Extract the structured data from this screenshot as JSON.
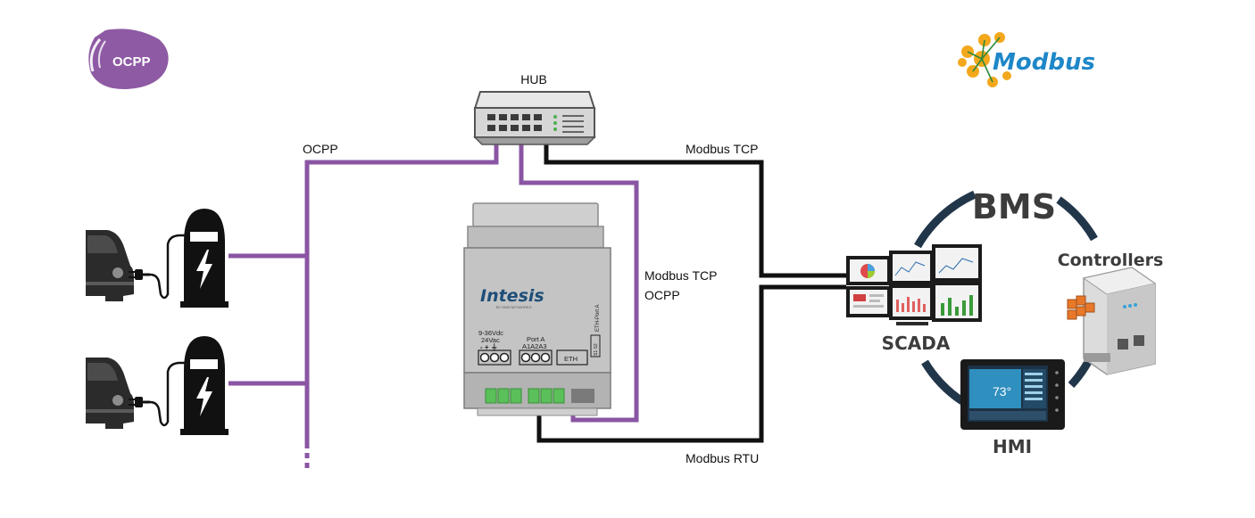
{
  "logos": {
    "ocpp_text": "OCPP",
    "modbus_text": "Modbus"
  },
  "colors": {
    "ocpp_purple": "#8e5aa4",
    "wire_purple": "#8a55a3",
    "wire_black": "#111111",
    "bms_ring": "#22364a",
    "modbus_blue": "#1e87c8",
    "modbus_orange": "#f3a81c",
    "terminal_green": "#5bbf5a"
  },
  "hub": {
    "label": "HUB"
  },
  "links": {
    "ocpp": "OCPP",
    "modbus_tcp_top": "Modbus TCP",
    "modbus_tcp_mid": "Modbus TCP",
    "ocpp_mid": "OCPP",
    "modbus_rtu": "Modbus RTU"
  },
  "gateway": {
    "brand": "Intesis",
    "brand_sub": "BY HMS NETWORKS",
    "power_label": "9-36Vdc",
    "power_label2": "24Vac",
    "power_pins": "-  +  ⏚",
    "port_label": "Port A",
    "port_pins": "A1A2A3",
    "eth_label": "ETH",
    "eth_port_label": "ETH-Port A",
    "led_label": "S1 S2"
  },
  "bms": {
    "title": "BMS",
    "scada": "SCADA",
    "controllers": "Controllers",
    "hmi": "HMI",
    "hmi_temp": "73°"
  },
  "icons": [
    "ocpp-logo",
    "modbus-logo",
    "hub-icon",
    "car-icon",
    "plug-icon",
    "ev-charger-icon",
    "lightning-icon",
    "gateway-icon",
    "scada-monitors-icon",
    "plc-controller-icon",
    "hmi-panel-icon"
  ]
}
